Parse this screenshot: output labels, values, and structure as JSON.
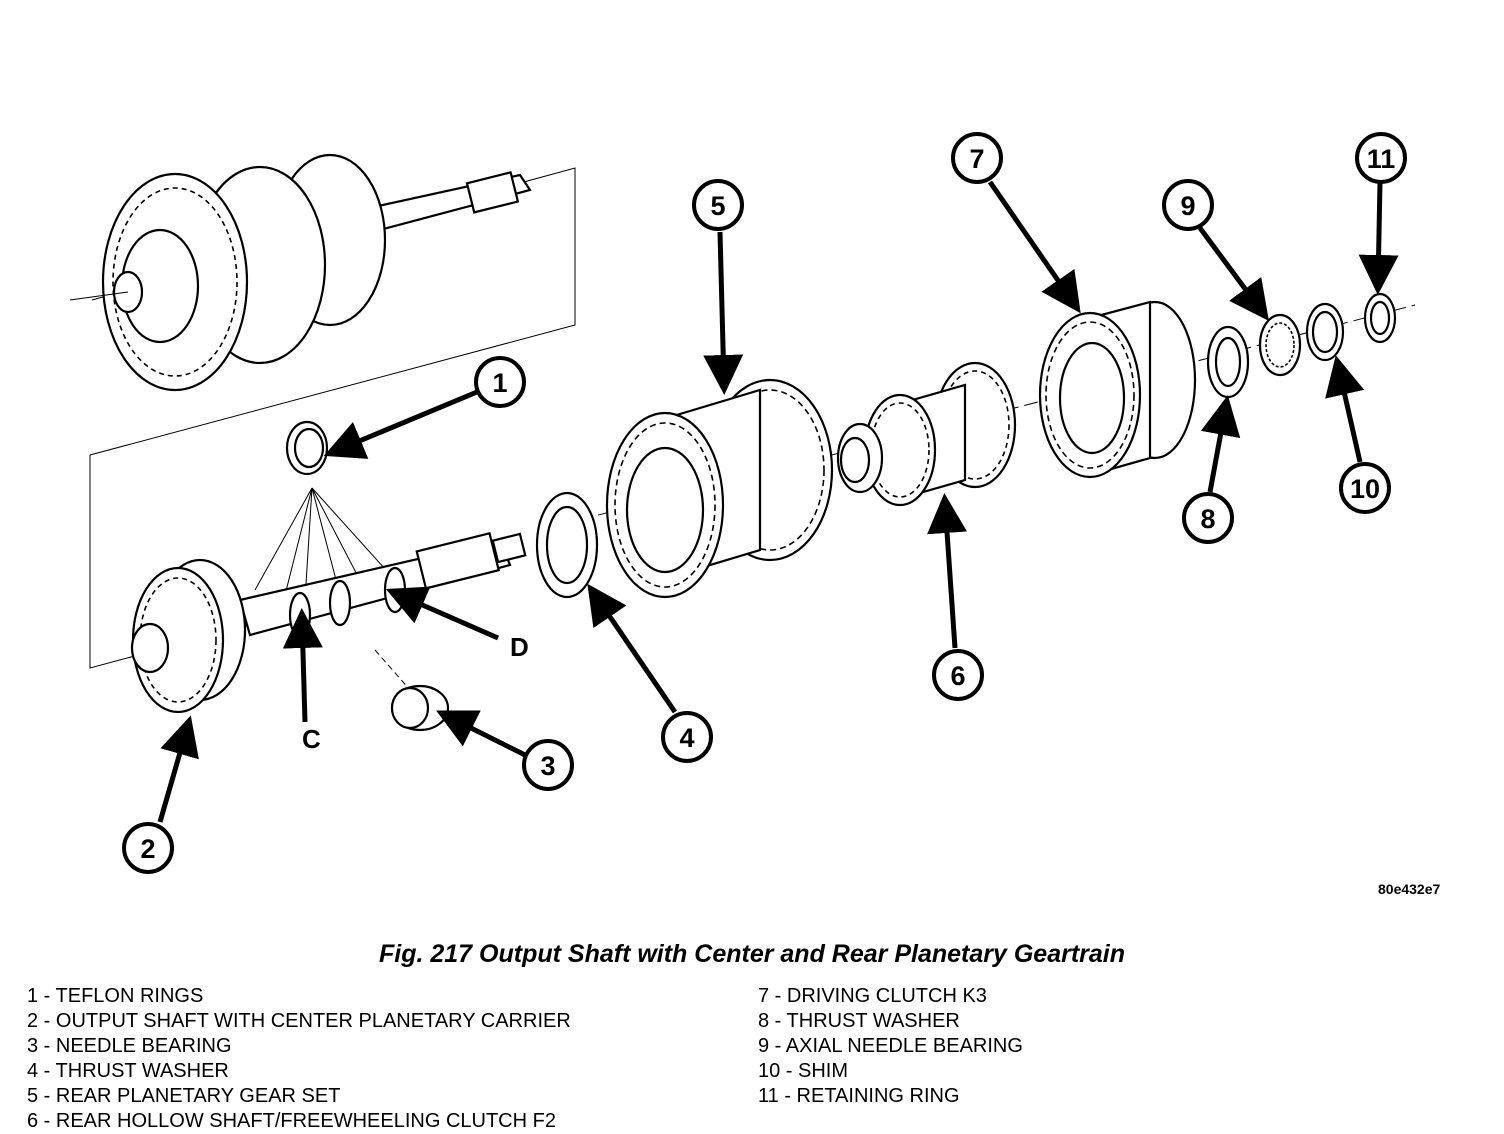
{
  "figure": {
    "caption": "Fig. 217 Output Shaft with Center and Rear Planetary Geartrain",
    "code": "80e432e7",
    "callouts": [
      "1",
      "2",
      "3",
      "4",
      "5",
      "6",
      "7",
      "8",
      "9",
      "10",
      "11"
    ],
    "letters": [
      "C",
      "D"
    ]
  },
  "legend": {
    "left": [
      "1 - TEFLON RINGS",
      "2 - OUTPUT SHAFT WITH CENTER PLANETARY CARRIER",
      "3 - NEEDLE BEARING",
      "4 - THRUST WASHER",
      "5 - REAR PLANETARY GEAR SET",
      "6 - REAR HOLLOW SHAFT/FREEWHEELING CLUTCH F2"
    ],
    "right": [
      "7 - DRIVING CLUTCH K3",
      "8 - THRUST WASHER",
      "9 - AXIAL NEEDLE BEARING",
      "10 - SHIM",
      "11 - RETAINING RING"
    ]
  }
}
